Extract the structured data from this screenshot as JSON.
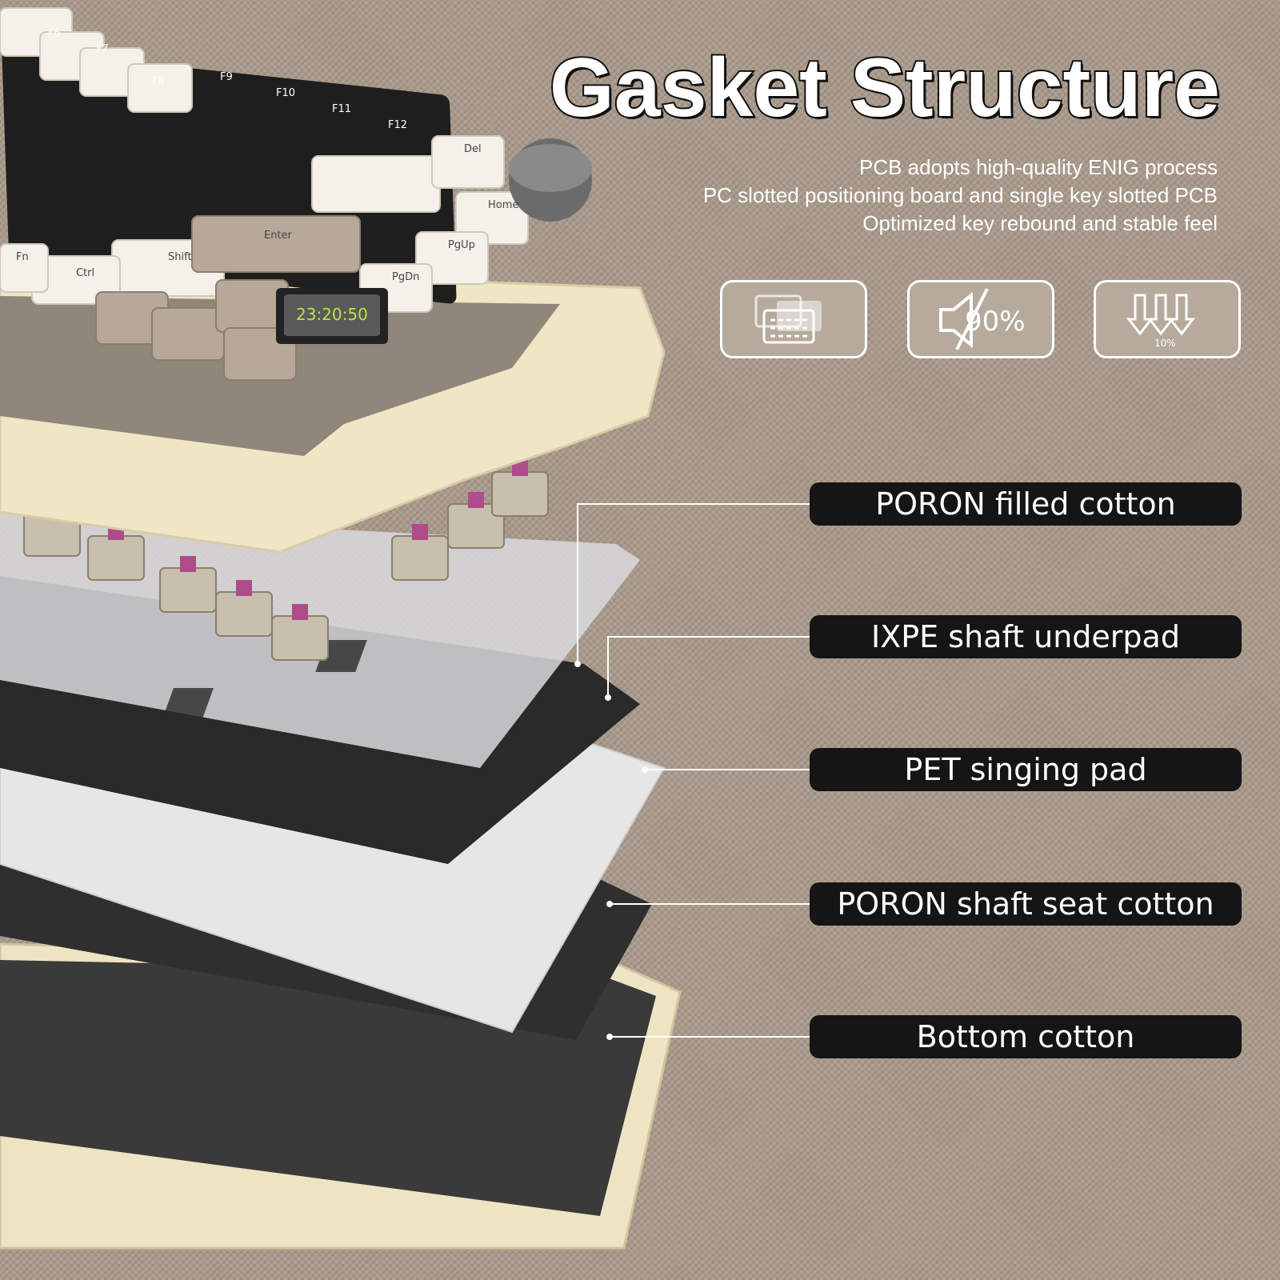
{
  "header": {
    "title": "Gasket Structure",
    "subtitle_lines": [
      "PCB adopts high-quality ENIG process",
      "PC slotted positioning board and single key slotted PCB",
      "Optimized key rebound and stable feel"
    ]
  },
  "features": [
    {
      "icon": "layered-keyboard-icon"
    },
    {
      "icon": "muted-speaker-icon",
      "text": "90%"
    },
    {
      "icon": "down-arrows-icon",
      "text": "10%"
    }
  ],
  "layers": [
    {
      "label": "PORON filled cotton"
    },
    {
      "label": "IXPE shaft underpad"
    },
    {
      "label": "PET singing pad"
    },
    {
      "label": "PORON shaft seat cotton"
    },
    {
      "label": "Bottom cotton"
    }
  ],
  "keyboard": {
    "screen_time": "23:20:50",
    "keys": [
      "F6",
      "F7",
      "F8",
      "F9",
      "F10",
      "F11",
      "F12",
      "Del",
      "Home",
      "PgUp",
      "PgDn",
      "Enter",
      "Shift",
      "Ctrl",
      "Fn"
    ]
  },
  "colors": {
    "background": "#a8998a",
    "label_bg": "#151515",
    "case": "#efe6c8",
    "dark_layer": "#2e2e2e",
    "pet": "#e8e8e8",
    "switch_stem": "#b04c8c"
  }
}
